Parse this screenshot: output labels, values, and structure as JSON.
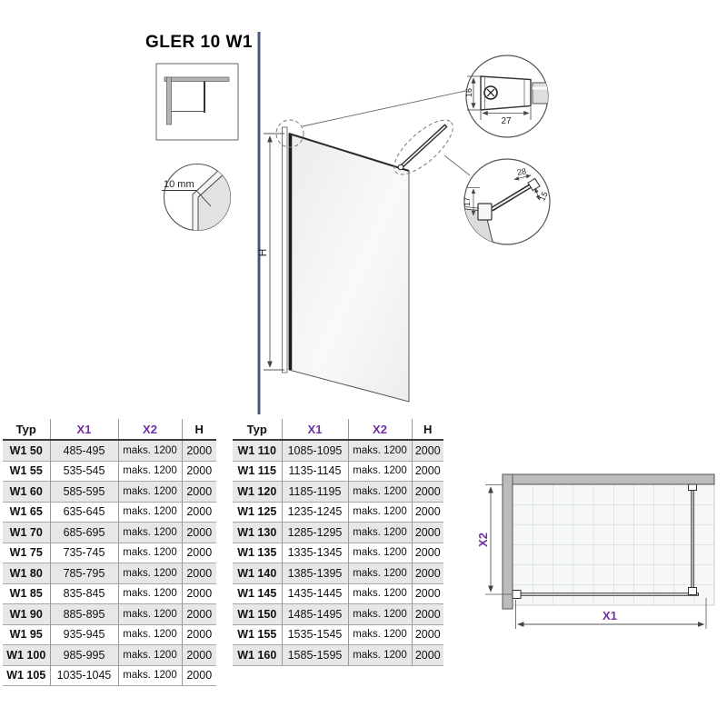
{
  "title": "GLER 10 W1",
  "colors": {
    "accent": "#7030a0",
    "divider": "#4a5878",
    "wall_gray": "#bcbcbc",
    "row_shade": "#e7e7e7"
  },
  "drawing": {
    "thickness_label": "10 mm",
    "height_label": "H",
    "detail_bracket": {
      "height": "16",
      "width": "27"
    },
    "detail_bar": {
      "width": "28",
      "end": "15",
      "clamp": "17"
    },
    "plan": {
      "width_label": "X1",
      "depth_label": "X2"
    }
  },
  "tables": {
    "headers": [
      "Typ",
      "X1",
      "X2",
      "H"
    ],
    "left_rows": [
      [
        "W1 50",
        "485-495",
        "maks. 1200",
        "2000"
      ],
      [
        "W1 55",
        "535-545",
        "maks. 1200",
        "2000"
      ],
      [
        "W1 60",
        "585-595",
        "maks. 1200",
        "2000"
      ],
      [
        "W1 65",
        "635-645",
        "maks. 1200",
        "2000"
      ],
      [
        "W1 70",
        "685-695",
        "maks. 1200",
        "2000"
      ],
      [
        "W1 75",
        "735-745",
        "maks. 1200",
        "2000"
      ],
      [
        "W1 80",
        "785-795",
        "maks. 1200",
        "2000"
      ],
      [
        "W1 85",
        "835-845",
        "maks. 1200",
        "2000"
      ],
      [
        "W1 90",
        "885-895",
        "maks. 1200",
        "2000"
      ],
      [
        "W1 95",
        "935-945",
        "maks. 1200",
        "2000"
      ],
      [
        "W1 100",
        "985-995",
        "maks. 1200",
        "2000"
      ],
      [
        "W1 105",
        "1035-1045",
        "maks. 1200",
        "2000"
      ]
    ],
    "right_rows": [
      [
        "W1 110",
        "1085-1095",
        "maks. 1200",
        "2000"
      ],
      [
        "W1 115",
        "1135-1145",
        "maks. 1200",
        "2000"
      ],
      [
        "W1 120",
        "1185-1195",
        "maks. 1200",
        "2000"
      ],
      [
        "W1 125",
        "1235-1245",
        "maks. 1200",
        "2000"
      ],
      [
        "W1 130",
        "1285-1295",
        "maks. 1200",
        "2000"
      ],
      [
        "W1 135",
        "1335-1345",
        "maks. 1200",
        "2000"
      ],
      [
        "W1 140",
        "1385-1395",
        "maks. 1200",
        "2000"
      ],
      [
        "W1 145",
        "1435-1445",
        "maks. 1200",
        "2000"
      ],
      [
        "W1 150",
        "1485-1495",
        "maks. 1200",
        "2000"
      ],
      [
        "W1 155",
        "1535-1545",
        "maks. 1200",
        "2000"
      ],
      [
        "W1 160",
        "1585-1595",
        "maks. 1200",
        "2000"
      ]
    ]
  }
}
